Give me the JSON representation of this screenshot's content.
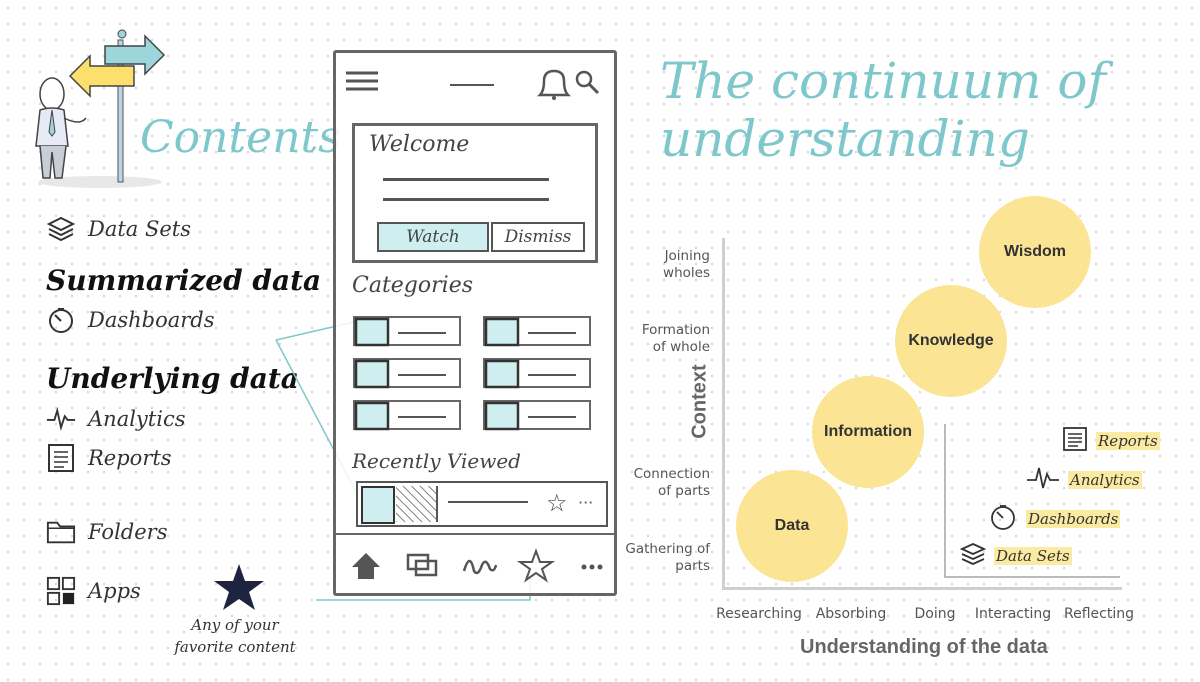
{
  "contents": {
    "title": "Contents",
    "items_top": [
      {
        "icon": "layers-icon",
        "label": "Data Sets"
      }
    ],
    "summarized": {
      "heading": "Summarized data",
      "items": [
        {
          "icon": "dashboard-gauge-icon",
          "label": "Dashboards"
        }
      ]
    },
    "underlying": {
      "heading": "Underlying data",
      "items": [
        {
          "icon": "analytics-pulse-icon",
          "label": "Analytics"
        },
        {
          "icon": "report-document-icon",
          "label": "Reports"
        }
      ]
    },
    "items_bottom": [
      {
        "icon": "folder-icon",
        "label": "Folders"
      },
      {
        "icon": "apps-grid-icon",
        "label": "Apps"
      }
    ]
  },
  "favorite_note": {
    "icon": "star-icon",
    "line1": "Any of your",
    "line2": "favorite content"
  },
  "phone": {
    "welcome": "Welcome",
    "watch_button": "Watch",
    "dismiss_button": "Dismiss",
    "categories": "Categories",
    "recently_viewed": "Recently Viewed",
    "more_dots": "···"
  },
  "title": {
    "line1": "The continuum of",
    "line2": "understanding"
  },
  "chart_data": {
    "type": "scatter",
    "title": "The continuum of understanding",
    "xlabel": "Understanding of the data",
    "ylabel": "Context",
    "x_categories": [
      "Researching",
      "Absorbing",
      "Doing",
      "Interacting",
      "Reflecting"
    ],
    "y_categories": [
      [
        "Gathering of",
        "parts"
      ],
      [
        "Connection",
        "of parts"
      ],
      [
        "Formation",
        "of whole"
      ],
      [
        "Joining",
        "wholes"
      ]
    ],
    "series": [
      {
        "label": "Data"
      },
      {
        "label": "Information"
      },
      {
        "label": "Knowledge"
      },
      {
        "label": "Wisdom"
      }
    ],
    "legend": {
      "placement": "bottom-right",
      "items": [
        {
          "icon": "report-document-icon",
          "label": "Reports"
        },
        {
          "icon": "analytics-pulse-icon",
          "label": "Analytics"
        },
        {
          "icon": "dashboard-gauge-icon",
          "label": "Dashboards"
        },
        {
          "icon": "layers-icon",
          "label": "Data Sets"
        }
      ]
    },
    "bubble_color": "#fbe493",
    "accent_teal": "#7ec8cc"
  }
}
